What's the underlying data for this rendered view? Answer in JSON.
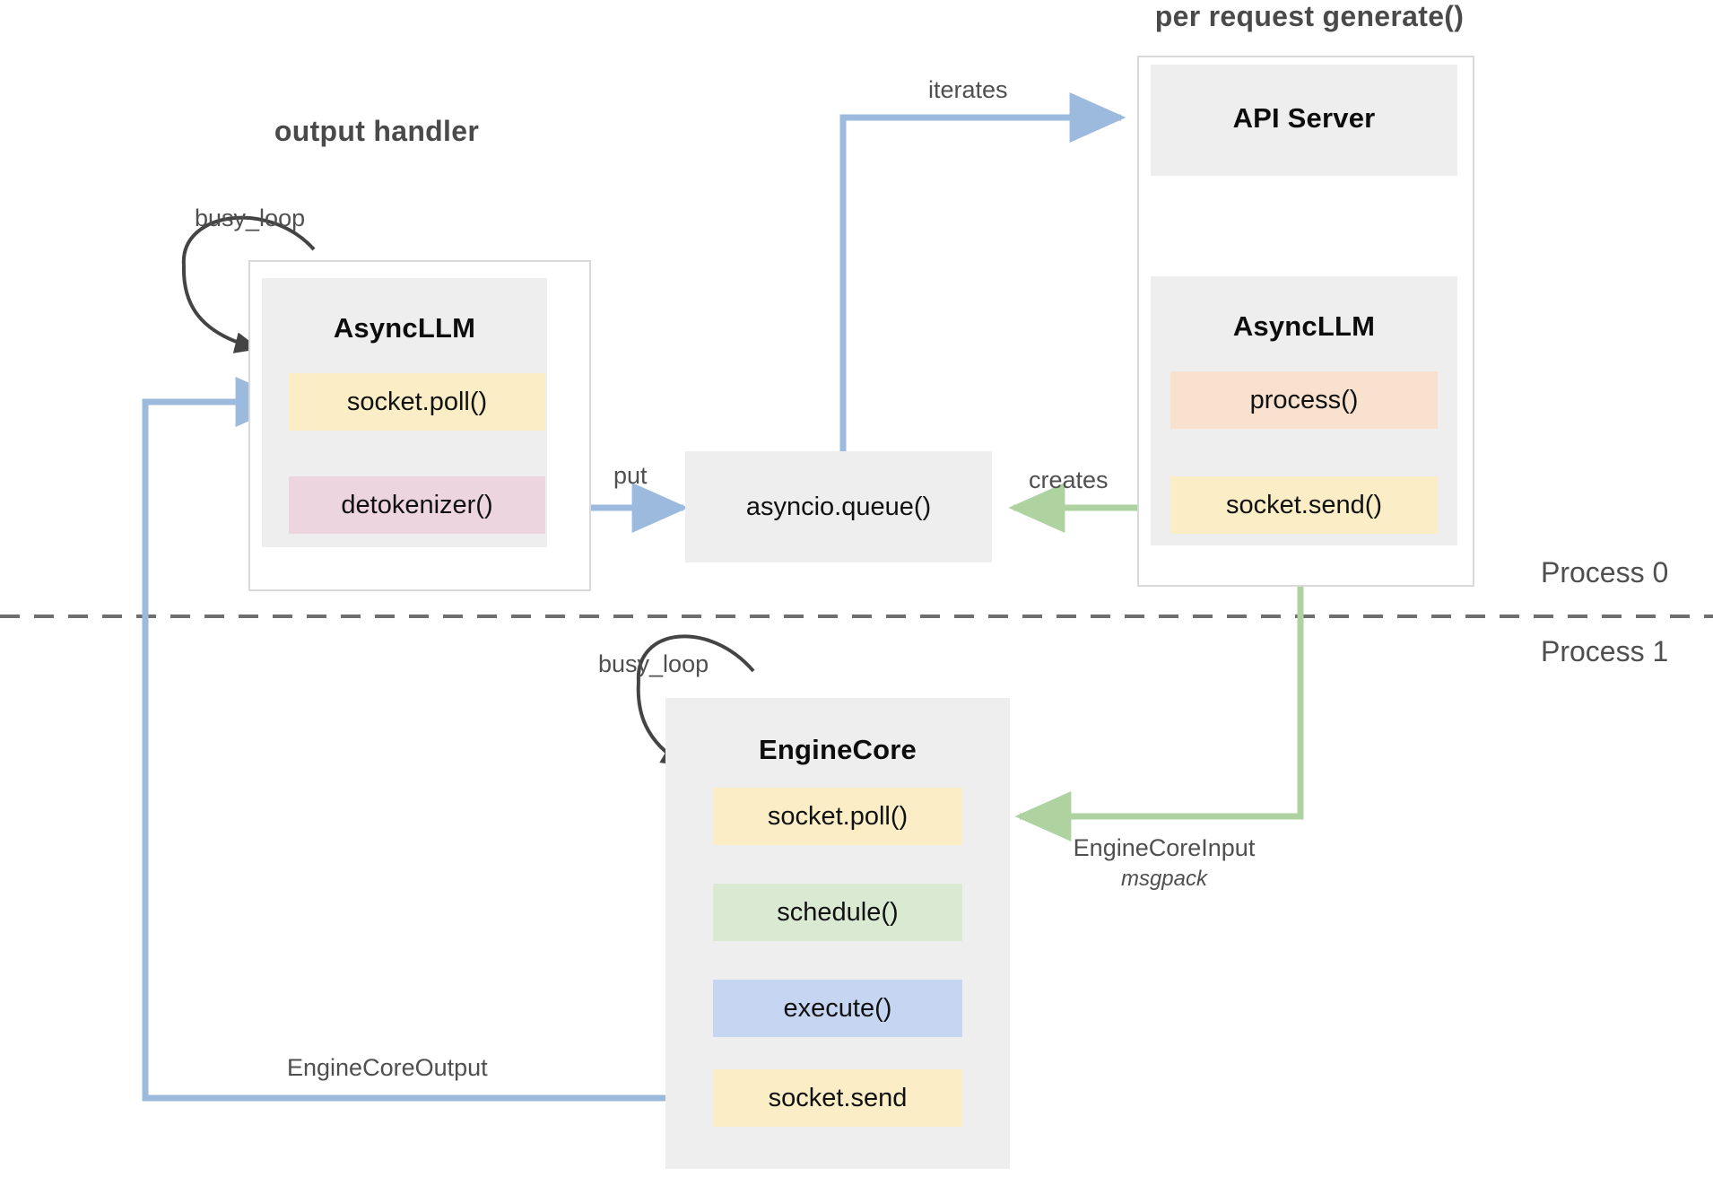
{
  "diagram": {
    "title_hidden": "",
    "headings": {
      "output_handler": "output handler",
      "per_request": "per request generate()"
    },
    "process_labels": {
      "top": "Process 0",
      "bottom": "Process 1"
    }
  },
  "groups": {
    "async_llm_left": {
      "title": "AsyncLLM",
      "slots": [
        {
          "label": "socket.poll()",
          "color": "#fbeec6"
        },
        {
          "label": "detokenizer()",
          "color": "#ecd5df"
        }
      ]
    },
    "queue": {
      "label": "asyncio.queue()",
      "color": "#eeeeee"
    },
    "api_server": {
      "title": "API Server",
      "color": "#eeeeee"
    },
    "async_llm_right": {
      "title": "AsyncLLM",
      "slots": [
        {
          "label": "process()",
          "color": "#f8e2cf"
        },
        {
          "label": "socket.send()",
          "color": "#fbeec6"
        }
      ]
    },
    "engine_core": {
      "title": "EngineCore",
      "slots": [
        {
          "label": "socket.poll()",
          "color": "#fbeec6"
        },
        {
          "label": "schedule()",
          "color": "#d9e9d2"
        },
        {
          "label": "execute()",
          "color": "#c6d6f2"
        },
        {
          "label": "socket.send",
          "color": "#fbeec6"
        }
      ]
    }
  },
  "edges": {
    "busy_loop_left": "busy_loop",
    "busy_loop_engine": "busy_loop",
    "iterates": "iterates",
    "put": "put",
    "creates": "creates",
    "engine_core_input": "EngineCoreInput",
    "engine_core_input_sub": "msgpack",
    "engine_core_output": "EngineCoreOutput"
  },
  "colors": {
    "blue_arrow": "#9cb9de",
    "green_arrow": "#aed3a0",
    "black_arrow": "#444444",
    "group_bg": "#eeeeee",
    "frame_border": "#d9d9d9",
    "divider": "#6e6e6e"
  }
}
